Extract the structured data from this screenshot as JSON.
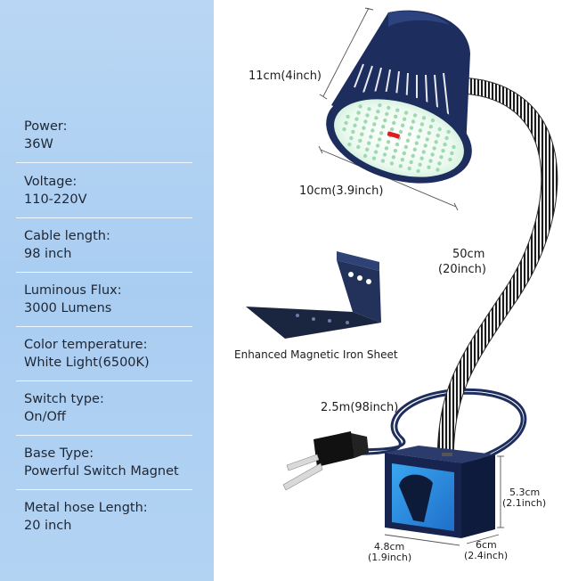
{
  "specs": [
    {
      "label": "Power:",
      "value": "36W"
    },
    {
      "label": "Voltage:",
      "value": "110-220V"
    },
    {
      "label": "Cable length:",
      "value": "98 inch"
    },
    {
      "label": "Luminous Flux:",
      "value": "3000 Lumens"
    },
    {
      "label": "Color temperature:",
      "value": "White Light(6500K)"
    },
    {
      "label": "Switch type:",
      "value": "On/Off"
    },
    {
      "label": "Base Type:",
      "value": "Powerful Switch Magnet"
    },
    {
      "label": "Metal hose Length:",
      "value": "20 inch"
    }
  ],
  "dimensions": {
    "lamp_height": "11cm(4inch)",
    "lamp_diameter": "10cm(3.9inch)",
    "hose_length_cm": "50cm",
    "hose_length_in": "(20inch)",
    "cable_length": "2.5m(98inch)",
    "base_height_cm": "5.3cm",
    "base_height_in": "(2.1inch)",
    "base_width_cm": "4.8cm",
    "base_width_in": "(1.9inch)",
    "base_depth_cm": "6cm",
    "base_depth_in": "(2.4inch)"
  },
  "accessory": {
    "caption": "Enhanced Magnetic Iron Sheet"
  },
  "colors": {
    "panel": "#b3d3f3",
    "lamp_body": "#1c2d5e",
    "led_glow": "#e9f8ee",
    "indicator": "#e01b24"
  }
}
